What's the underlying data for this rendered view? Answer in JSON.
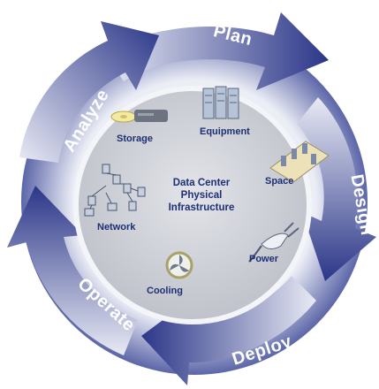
{
  "diagram": {
    "stages": [
      {
        "id": "plan",
        "label": "Plan"
      },
      {
        "id": "design",
        "label": "Design"
      },
      {
        "id": "deploy",
        "label": "Deploy"
      },
      {
        "id": "operate",
        "label": "Operate"
      },
      {
        "id": "analyze",
        "label": "Analyze"
      }
    ],
    "center": {
      "line1": "Data Center",
      "line2": "Physical",
      "line3": "Infrastructure"
    },
    "components": {
      "storage": "Storage",
      "equipment": "Equipment",
      "space": "Space",
      "power": "Power",
      "cooling": "Cooling",
      "network": "Network"
    },
    "colors": {
      "arrow_dark": "#2a3585",
      "arrow_light": "#e9ebf5",
      "label_text": "#1f2f74",
      "center_disk": "#d2d4da"
    }
  }
}
